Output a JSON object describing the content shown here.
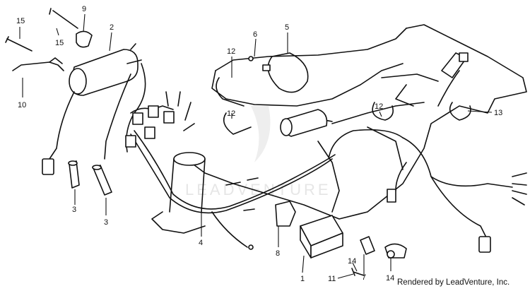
{
  "watermark_text": "LEADVENTURE",
  "credit_text": "Rendered by LeadVenture, Inc.",
  "callouts": {
    "c15a": "15",
    "c15b": "15",
    "c9": "9",
    "c2": "2",
    "c10": "10",
    "c3a": "3",
    "c3b": "3",
    "c12a": "12",
    "c12b": "12",
    "c6": "6",
    "c5": "5",
    "c4": "4",
    "c12c": "12",
    "c13": "13",
    "c8": "8",
    "c1": "1",
    "c11": "11",
    "c14a": "14",
    "c7": "7",
    "c14b": "14"
  }
}
